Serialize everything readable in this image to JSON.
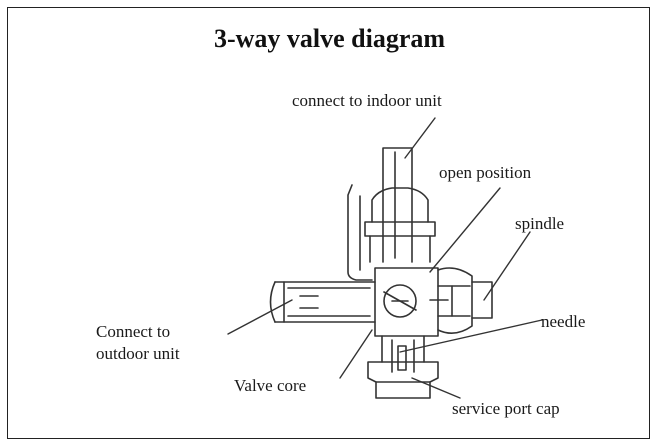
{
  "diagram": {
    "title": "3-way valve diagram",
    "labels": {
      "indoor": "connect to indoor unit",
      "open_position": "open position",
      "spindle": "spindle",
      "needle": "needle",
      "outdoor_line1": "Connect to",
      "outdoor_line2": "outdoor unit",
      "valve_core": "Valve core",
      "service_cap": "service port cap"
    },
    "colors": {
      "line": "#333333",
      "text": "#1a1a1a",
      "background": "#ffffff"
    }
  }
}
